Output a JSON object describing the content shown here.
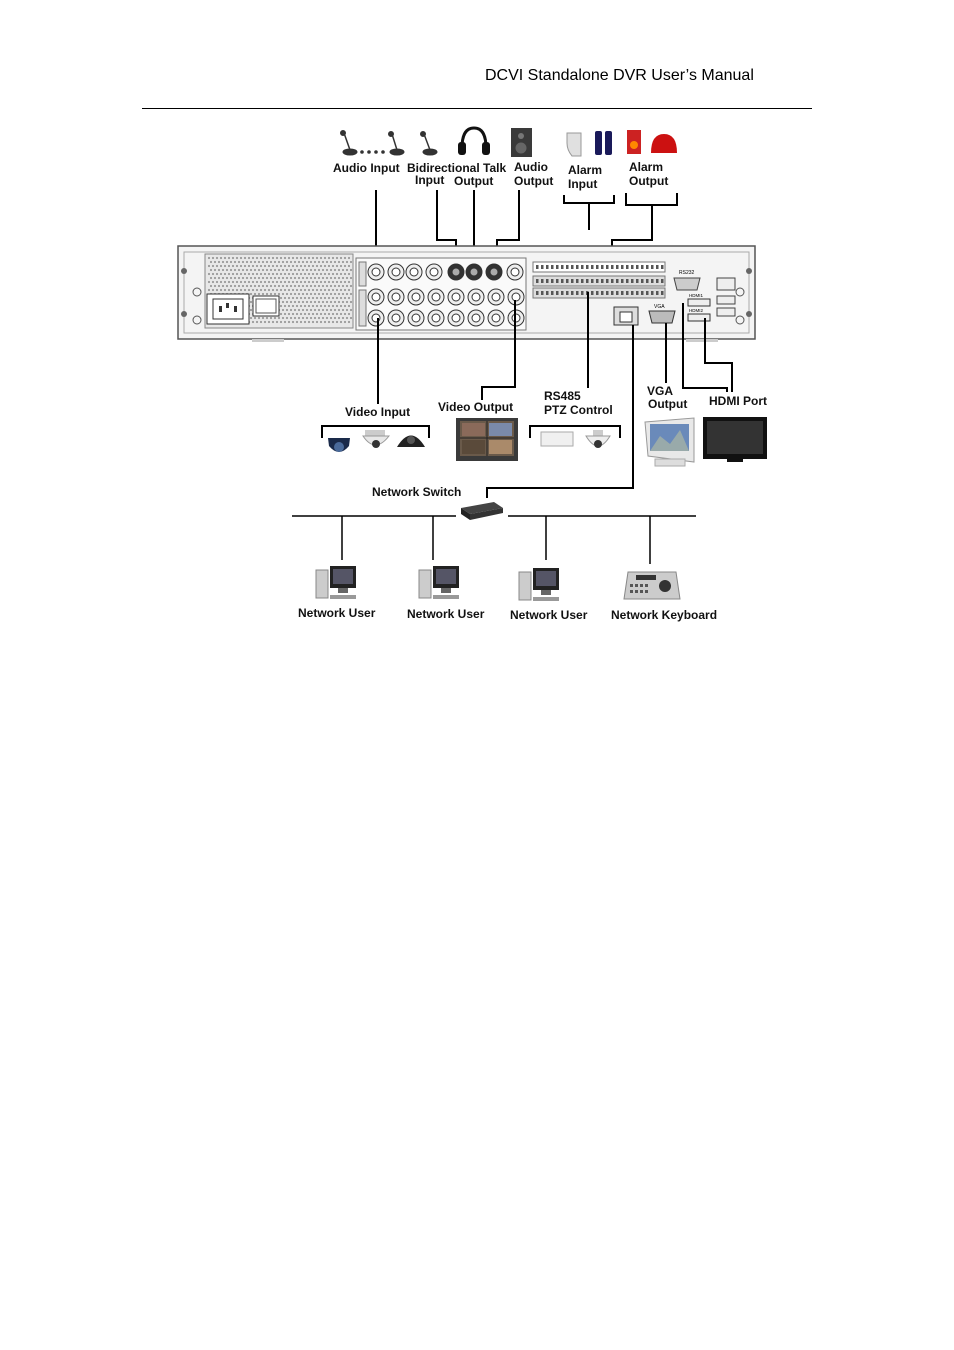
{
  "header": {
    "title": "DCVI Standalone DVR User’s Manual"
  },
  "figure": {
    "labels": {
      "audio_input": "Audio Input",
      "bidirectional_talk": "Bidirectional Talk",
      "talk_input": "Input",
      "talk_output": "Output",
      "audio_output_1": "Audio",
      "audio_output_2": "Output",
      "alarm_input_1": "Alarm",
      "alarm_input_2": "Input",
      "alarm_output_1": "Alarm",
      "alarm_output_2": "Output",
      "video_input": "Video Input",
      "video_output": "Video Output",
      "rs485_1": "RS485",
      "rs485_2": "PTZ Control",
      "vga_1": "VGA",
      "vga_2": "Output",
      "hdmi_port": "HDMI Port",
      "network_switch": "Network Switch",
      "network_user_1": "Network User",
      "network_user_2": "Network User",
      "network_user_3": "Network User",
      "network_keyboard": "Network Keyboard"
    },
    "panel_text": {
      "rs232": "RS232",
      "vga": "VGA",
      "hdmi1": "HDMI1",
      "hdmi2": "HDMI2"
    }
  }
}
